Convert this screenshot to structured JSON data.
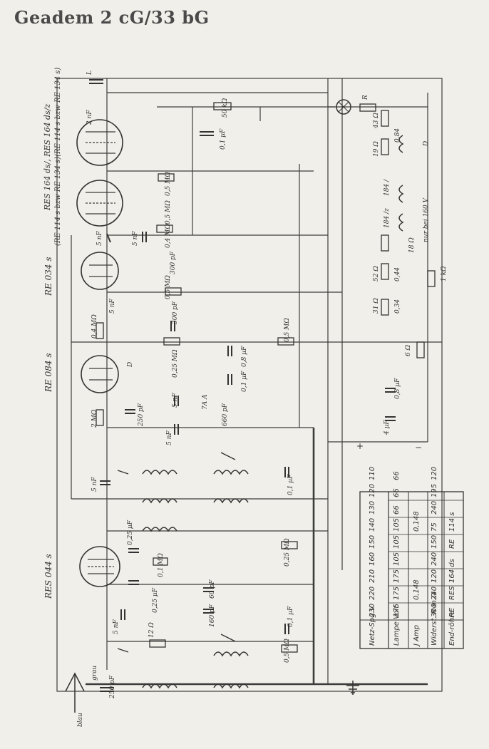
{
  "title": "Geadem 2 cG/33 bG",
  "tubes": {
    "out_label_1": "RES 164 ds/, RES 164 ds/z",
    "out_label_2": "(RE 114 s bzw RE 134 s)(RE 114 s bzw RE 134 s)",
    "tube_034": "RE 034 s",
    "tube_084": "RE 084 s",
    "tube_044": "RES 044 s"
  },
  "components": {
    "c_2nF": "2 nF",
    "r_50k": "50 kΩ",
    "c_01uF_a": "0,1 µF",
    "r_05M_a": "0,5 MΩ",
    "r_05M_b": "0,5 MΩ",
    "r_04M": "0,4 MΩ",
    "c_300pF_a": "300 pF",
    "c_5nF_a": "5 nF",
    "c_5nF_b": "5 nF",
    "r_05M_c": "0,5 MΩ",
    "c_5nF_c": "5 nF",
    "r_04M_b": "0,4 MΩ",
    "c_300pF_b": "300 pF",
    "r_05M_d": "0,5 MΩ",
    "c_08uF": "0,8 µF",
    "c_01uF_b": "0,1 µF",
    "r_025M": "0,25 MΩ",
    "c_5nF_d": "5 nF",
    "r_2M": "2 MΩ",
    "c_250pF": "250 pF",
    "r_7A": "7A",
    "c_660pF": "660 pF",
    "c_5nF_e": "5 nF",
    "c_5nF_f": "5 nF",
    "c_01uF_c": "0,1 µF",
    "c_025uF": "0,25 µF",
    "r_01M": "0,1 MΩ",
    "c_025uF_b": "0,25 µF",
    "c_60pF": "60 pF",
    "c_160pF": "160 pF",
    "r_025M_b": "0,25 MΩ",
    "c_5nF_g": "5 nF",
    "r_12": "12 Ω",
    "c_01uF_d": "0,1 µF",
    "r_05M_e": "0,5 MΩ",
    "grau": "grau",
    "blau": "blau",
    "c_250pF_b": "250 pF",
    "L": "L",
    "R": "R",
    "r_43": "43 Ω",
    "r_19": "19 Ω",
    "r_084": "0,84",
    "coil_184a": "184 /",
    "coil_184b": "184 /z",
    "r_18": "18 Ω",
    "nur_bei": "nur bei 160 V",
    "r_52": "52 Ω",
    "r_044": "0,44",
    "r_1k": "1 kΩ",
    "r_31": "31 Ω",
    "r_034": "0,34",
    "r_6": "6 Ω",
    "c_08uF_b": "0,8 µF",
    "c_4uF": "4 µF",
    "plus": "+",
    "minus": "−",
    "D1": "D",
    "D2": "D",
    "A": "A"
  },
  "table": {
    "headers": [
      "Netz-Spg.V",
      "Lampe Volt",
      "J Amp",
      "Widerst. R in Ω",
      "End-röhre"
    ],
    "rows": [
      [
        "230",
        "175",
        "",
        "300",
        "RE"
      ],
      [
        "220",
        "175",
        "0,148",
        "240",
        "RES"
      ],
      [
        "210",
        "175",
        "",
        "120",
        "164 ds"
      ],
      [
        "160",
        "105",
        "",
        "240",
        ""
      ],
      [
        "150",
        "105",
        "",
        "150",
        "RE"
      ],
      [
        "140",
        "105",
        "0,148",
        "75",
        "114 s"
      ],
      [
        "130",
        "66",
        "",
        "240",
        ""
      ],
      [
        "120",
        "66",
        "",
        "195",
        ""
      ],
      [
        "110",
        "66",
        "",
        "120",
        ""
      ]
    ]
  }
}
